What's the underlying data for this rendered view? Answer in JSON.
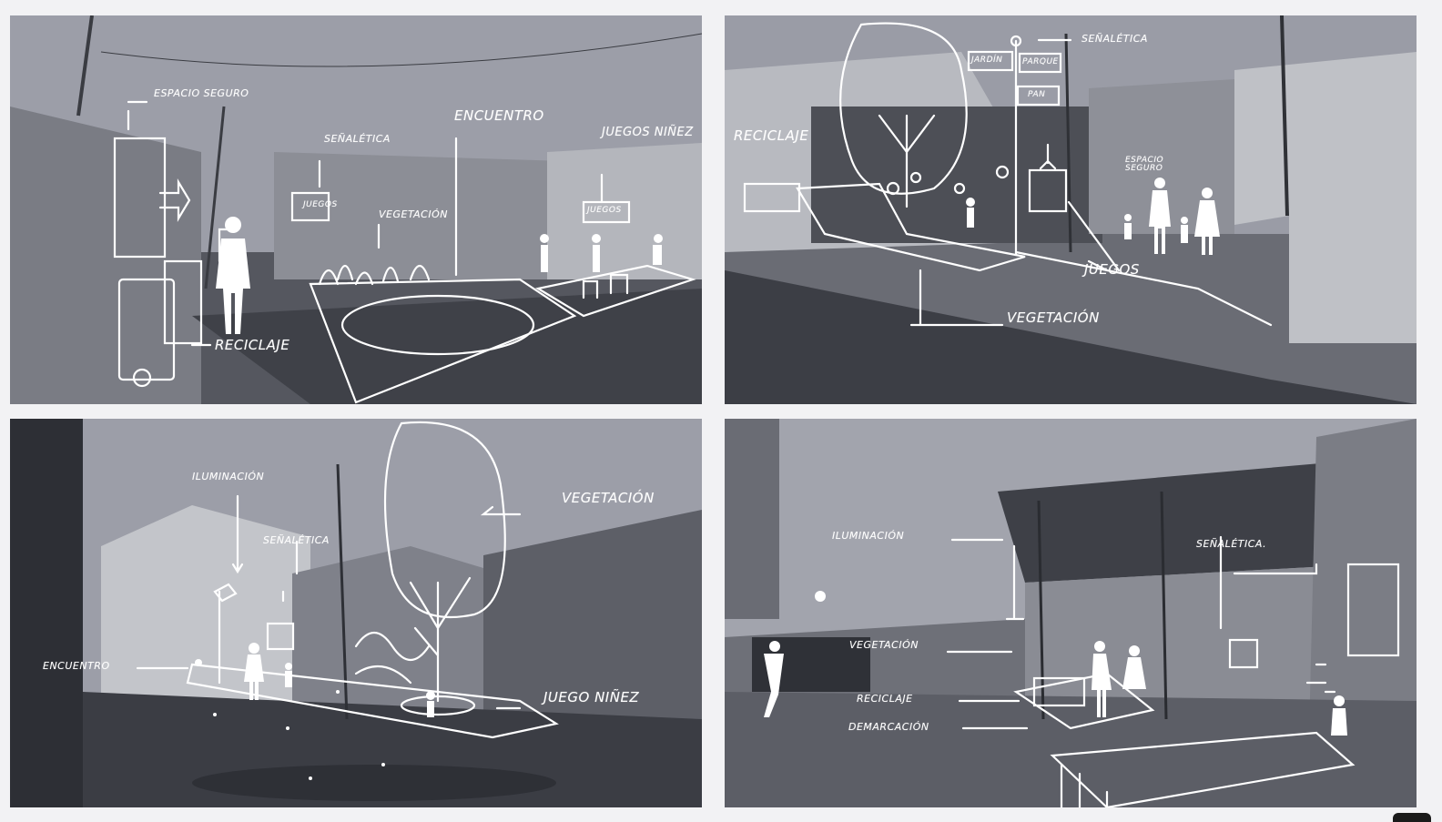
{
  "panels": [
    {
      "labels": {
        "espacio_seguro": "ESPACIO SEGURO",
        "senaletica": "SEÑALÉTICA",
        "encuentro": "ENCUENTRO",
        "juegos_ninez": "JUEGOS NIÑEZ",
        "vegetacion": "VEGETACIÓN",
        "reciclaje": "RECICLAJE",
        "sign_juegos_1": "JUEGOS",
        "sign_juegos_2": "JUEGOS"
      }
    },
    {
      "labels": {
        "senaletica": "SEÑALÉTICA",
        "reciclaje": "RECICLAJE",
        "espacio_seguro": "ESPACIO SEGURO",
        "juegos": "JUEGOS",
        "vegetacion": "VEGETACIÓN",
        "sign_jardin": "JARDÍN",
        "sign_parque": "PARQUE",
        "sign_pan": "PAN"
      }
    },
    {
      "labels": {
        "iluminacion": "ILUMINACIÓN",
        "senaletica": "SEÑALÉTICA",
        "vegetacion": "VEGETACIÓN",
        "encuentro": "ENCUENTRO",
        "juego_ninez": "JUEGO NIÑEZ"
      }
    },
    {
      "labels": {
        "iluminacion": "ILUMINACIÓN",
        "senaletica": "SEÑALÉTICA.",
        "vegetacion": "VEGETACIÓN",
        "reciclaje": "RECICLAJE",
        "demarcacion": "DEMARCACIÓN"
      }
    }
  ],
  "colors": {
    "sky": "#9a9ca6",
    "ground": "#4a4c54",
    "building": "#6f717a",
    "sketch": "#ffffff"
  }
}
